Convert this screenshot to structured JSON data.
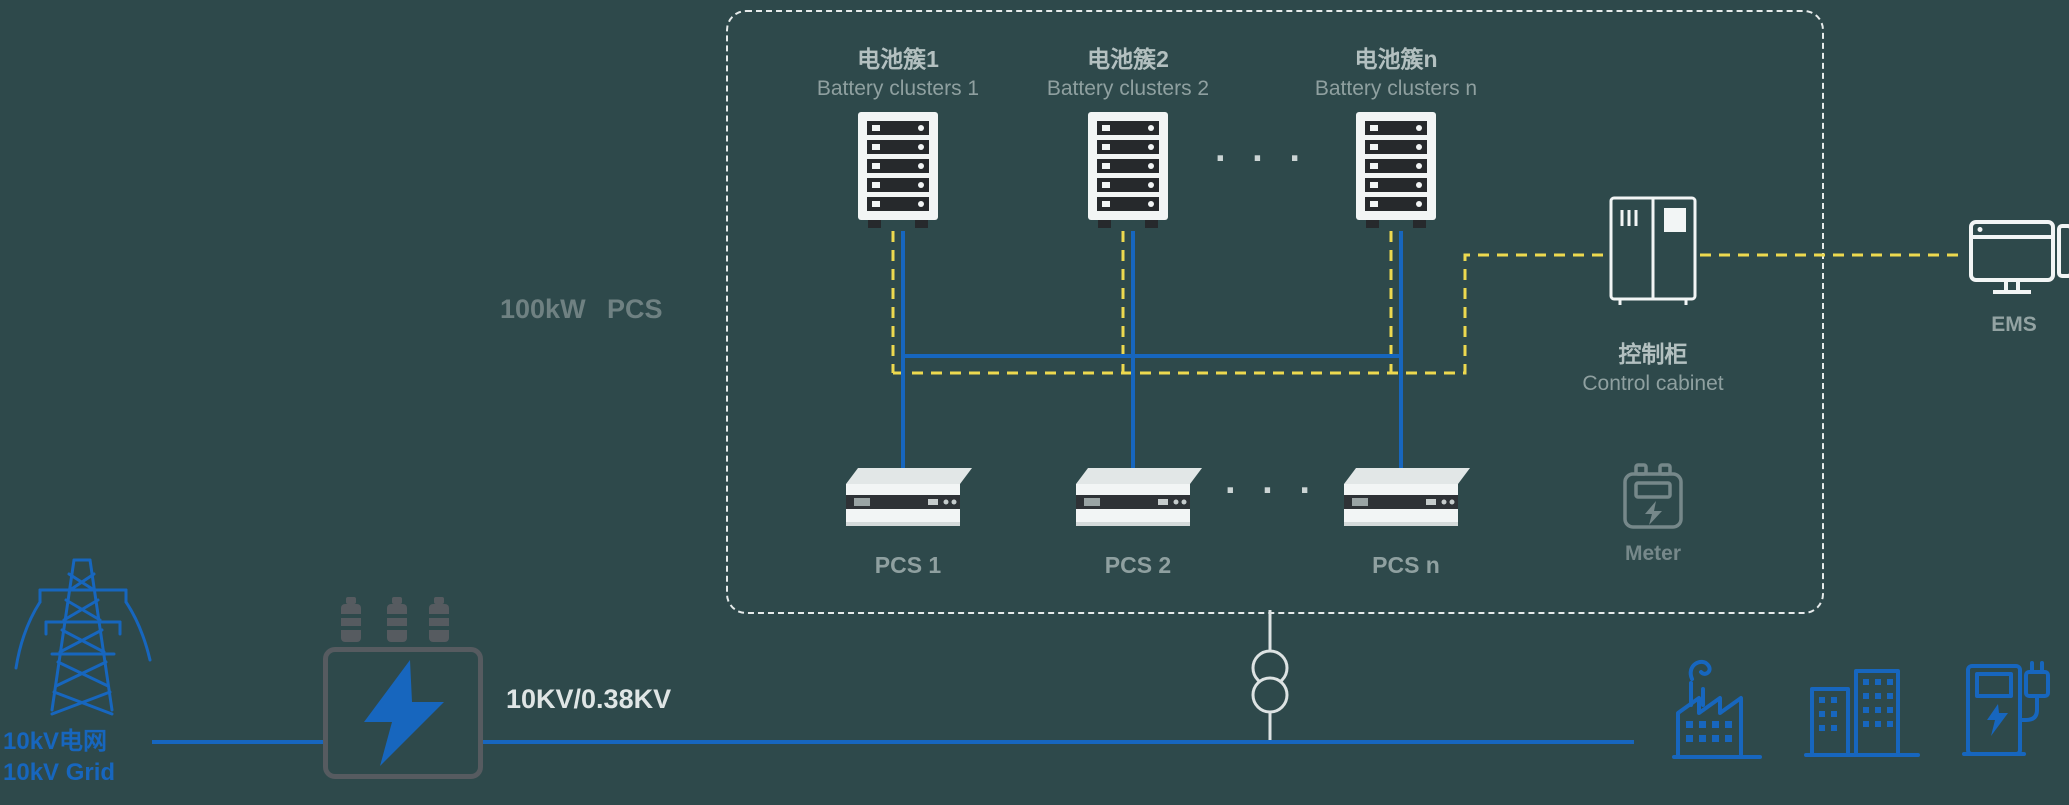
{
  "colors": {
    "background": "#2E494B",
    "power_line_blue": "#1766BE",
    "comm_line_yellow": "#EDD94F",
    "icon_white": "#F2F5F5",
    "icon_dark": "#26292C",
    "transformer_gray": "#565B60",
    "label_gray": "#8FA0A0",
    "dim_label_gray": "#6F8182"
  },
  "diagram": {
    "capacity_label": "100kW PCS",
    "ellipsis": "· · ·",
    "battery_clusters": [
      {
        "zh": "电池簇1",
        "en": "Battery clusters 1"
      },
      {
        "zh": "电池簇2",
        "en": "Battery clusters 2"
      },
      {
        "zh": "电池簇n",
        "en": "Battery clusters n"
      }
    ],
    "pcs_units": [
      {
        "label": "PCS 1"
      },
      {
        "label": "PCS 2"
      },
      {
        "label": "PCS n"
      }
    ],
    "control_cabinet": {
      "zh": "控制柜",
      "en": "Control cabinet"
    },
    "meter": {
      "label": "Meter"
    },
    "ems": {
      "label": "EMS"
    },
    "grid": {
      "zh": "10kV电网",
      "en": "10kV Grid"
    },
    "transformer": {
      "ratio": "10KV/0.38KV"
    }
  }
}
